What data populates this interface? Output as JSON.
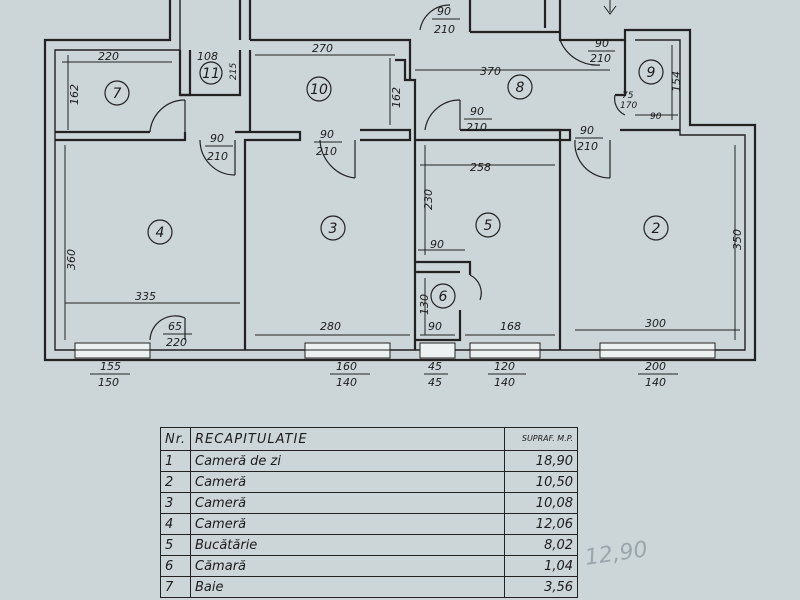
{
  "rooms": [
    {
      "nr": "1",
      "label": "2"
    },
    {
      "nr": "2",
      "label": "3"
    },
    {
      "nr": "3",
      "label": "4"
    },
    {
      "nr": "4",
      "label": "5"
    },
    {
      "nr": "5",
      "label": "6"
    },
    {
      "nr": "6",
      "label": "7"
    },
    {
      "nr": "7",
      "label": "8"
    },
    {
      "nr": "8",
      "label": "9"
    },
    {
      "nr": "9",
      "label": "10"
    },
    {
      "nr": "10",
      "label": "11"
    }
  ],
  "dimensions": {
    "d220": "220",
    "d108": "108",
    "d270": "270",
    "d370": "370",
    "d162a": "162",
    "d162b": "162",
    "d154": "154",
    "d360": "360",
    "d335": "335",
    "d280": "280",
    "d230": "230",
    "d258": "258",
    "d350": "350",
    "d300": "300",
    "d168": "168",
    "d130": "130",
    "d90a": "90",
    "d90b": "90",
    "door_90_210": [
      "90",
      "210"
    ],
    "door_65": "65",
    "door_220": "220",
    "door_75": "75",
    "door_170": "170",
    "door_90c": "90",
    "door_215": "215",
    "win1_top": "155",
    "win1_bot": "150",
    "win2_top": "160",
    "win2_bot": "140",
    "win3_top": "45",
    "win3_bot": "45",
    "win4_top": "120",
    "win4_bot": "140",
    "win5_top": "200",
    "win5_bot": "140"
  },
  "summary": {
    "head_nr": "Nr.",
    "head_title": "RECAPITULATIE",
    "head_area": "SUPRAF. M.P.",
    "rows": [
      {
        "nr": "1",
        "name": "Cameră de zi",
        "area": "18,90"
      },
      {
        "nr": "2",
        "name": "Cameră",
        "area": "10,50"
      },
      {
        "nr": "3",
        "name": "Cameră",
        "area": "10,08"
      },
      {
        "nr": "4",
        "name": "Cameră",
        "area": "12,06"
      },
      {
        "nr": "5",
        "name": "Bucătărie",
        "area": "8,02"
      },
      {
        "nr": "6",
        "name": "Cămară",
        "area": "1,04"
      },
      {
        "nr": "7",
        "name": "Baie",
        "area": "3,56"
      }
    ]
  },
  "margin_note": "12,90"
}
